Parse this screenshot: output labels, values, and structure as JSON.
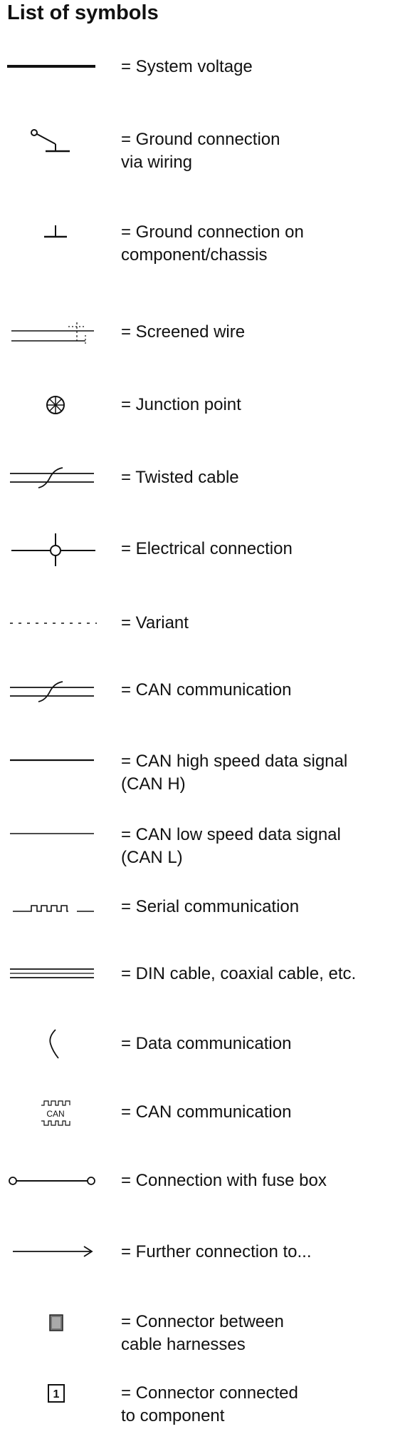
{
  "title": "List of symbols",
  "symbols": [
    {
      "icon": "system-voltage-line-icon",
      "lines": [
        "= System voltage"
      ]
    },
    {
      "icon": "ground-via-wiring-icon",
      "lines": [
        "= Ground connection",
        " via wiring"
      ]
    },
    {
      "icon": "ground-chassis-icon",
      "lines": [
        "= Ground connection on",
        "component/chassis"
      ]
    },
    {
      "icon": "screened-wire-icon",
      "lines": [
        "= Screened wire"
      ]
    },
    {
      "icon": "junction-point-icon",
      "lines": [
        "= Junction point"
      ]
    },
    {
      "icon": "twisted-cable-icon",
      "lines": [
        "= Twisted cable"
      ]
    },
    {
      "icon": "electrical-connection-icon",
      "lines": [
        "= Electrical connection"
      ]
    },
    {
      "icon": "variant-dotted-line-icon",
      "lines": [
        "= Variant"
      ]
    },
    {
      "icon": "can-communication-twisted-icon",
      "lines": [
        "= CAN communication"
      ]
    },
    {
      "icon": "can-high-line-icon",
      "lines": [
        "= CAN high speed data signal",
        "(CAN H)"
      ]
    },
    {
      "icon": "can-low-line-icon",
      "lines": [
        "= CAN low speed data signal",
        "(CAN L)"
      ]
    },
    {
      "icon": "serial-communication-icon",
      "lines": [
        "= Serial communication"
      ]
    },
    {
      "icon": "din-cable-icon",
      "lines": [
        "= DIN cable, coaxial cable, etc."
      ]
    },
    {
      "icon": "data-communication-icon",
      "lines": [
        "= Data communication"
      ]
    },
    {
      "icon": "can-box-icon",
      "label": "CAN",
      "lines": [
        "= CAN communication"
      ]
    },
    {
      "icon": "fuse-box-connection-icon",
      "lines": [
        "= Connection with fuse box"
      ]
    },
    {
      "icon": "further-connection-arrow-icon",
      "lines": [
        "= Further connection to..."
      ]
    },
    {
      "icon": "harness-connector-icon",
      "lines": [
        "= Connector between",
        "cable harnesses"
      ]
    },
    {
      "icon": "component-connector-icon",
      "label": "1",
      "lines": [
        "= Connector connected",
        "to component"
      ]
    }
  ]
}
